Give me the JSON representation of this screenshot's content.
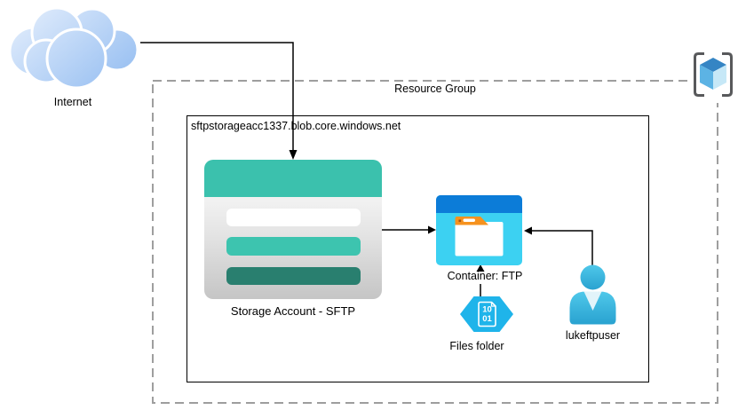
{
  "nodes": {
    "internet": {
      "label": "Internet",
      "icon": "cloud-icon"
    },
    "resource_group": {
      "label": "Resource Group",
      "icon": "resource-group-cube-icon",
      "border": "dashed"
    },
    "storage_boundary": {
      "label": "sftpstorageacc1337.blob.core.windows.net"
    },
    "storage_account": {
      "label": "Storage Account - SFTP",
      "icon": "storage-account-icon"
    },
    "container": {
      "label": "Container: FTP",
      "icon": "blob-container-folder-icon"
    },
    "files_folder": {
      "label": "Files folder",
      "icon": "binary-file-hexagon-icon",
      "doc_line1": "10",
      "doc_line2": "01"
    },
    "user": {
      "label": "lukeftpuser",
      "icon": "person-icon"
    }
  },
  "connections": [
    {
      "from": "internet",
      "to": "storage_account",
      "path": "right-then-down",
      "arrowhead": "down-into-storage-account"
    },
    {
      "from": "storage_account",
      "to": "container",
      "path": "right",
      "arrowhead": "right-into-container"
    },
    {
      "from": "files_folder",
      "to": "container",
      "path": "up",
      "arrowhead": "up-into-container"
    },
    {
      "from": "user",
      "to": "container",
      "path": "up-then-left",
      "arrowhead": "left-into-container"
    }
  ],
  "colors": {
    "storage_header_teal": "#3BC1AD",
    "storage_bar_teal": "#3DC4AF",
    "storage_bar_dark_teal": "#297F6F",
    "storage_body_gray": "#C5C5C5",
    "container_header_blue": "#0C7CD8",
    "container_body_cyan": "#3CD1F2",
    "folder_tab_orange": "#F6921E",
    "hexagon_cyan": "#1FB4EA",
    "person_cyan": "#38BDE2",
    "cloud_blue": "#A9CBF6",
    "resource_group_border_gray": "#9E9E9E",
    "connector_black": "#000000",
    "bracket_gray": "#58595B",
    "cube_top_blue": "#3585C4",
    "cube_left_blue": "#5CB3E4",
    "cube_right_blue": "#C6E8F7"
  }
}
